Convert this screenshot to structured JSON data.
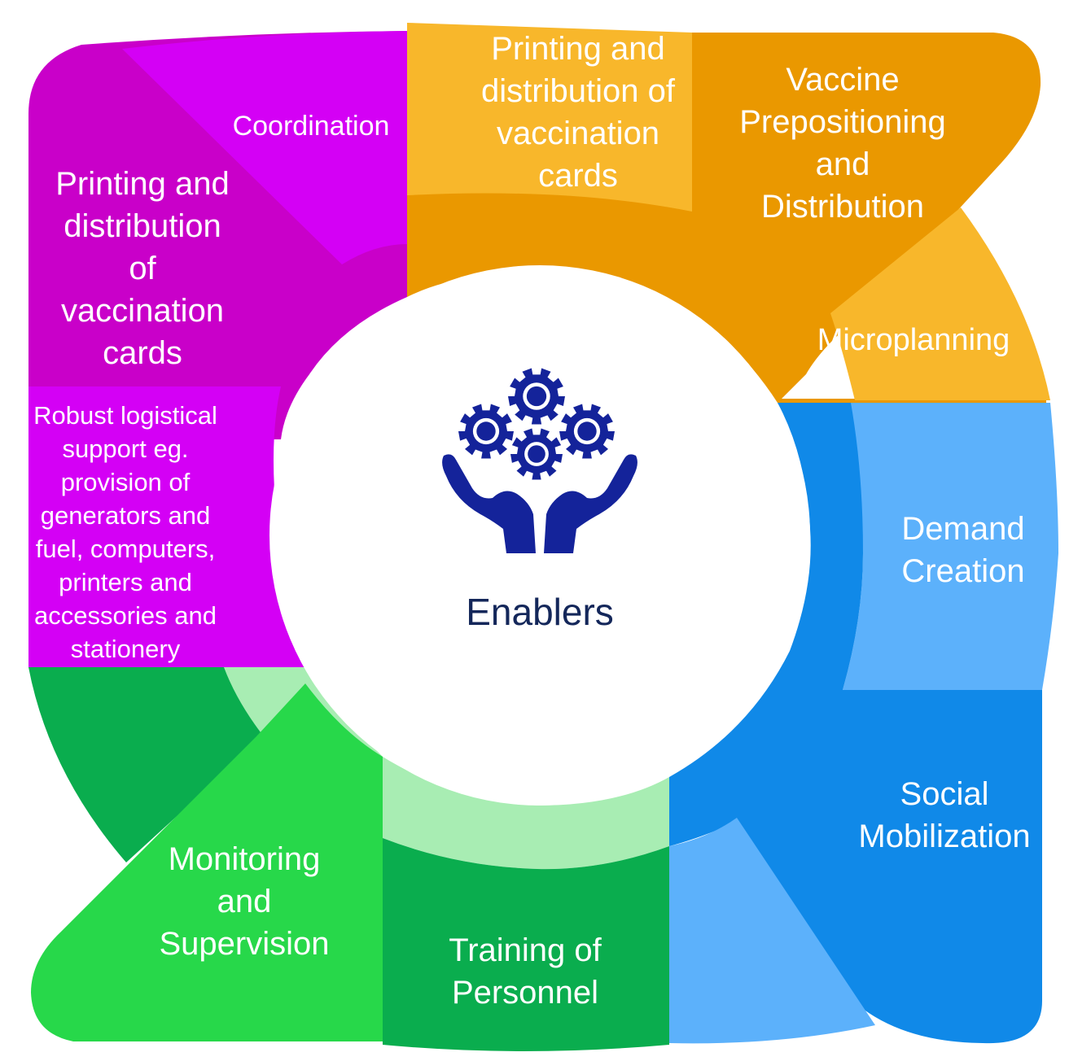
{
  "center": {
    "title": "Enablers",
    "icon": "hands-holding-gears-icon"
  },
  "segments": [
    {
      "id": "coordination",
      "label": "Coordination"
    },
    {
      "id": "cards-left",
      "label": "Printing and\ndistribution\nof\nvaccination\ncards"
    },
    {
      "id": "cards-top",
      "label": "Printing and\ndistribution of\nvaccination\ncards"
    },
    {
      "id": "vaccine",
      "label": "Vaccine\nPrepositioning\nand\nDistribution"
    },
    {
      "id": "microplanning",
      "label": "Microplanning"
    },
    {
      "id": "demand",
      "label": "Demand\nCreation"
    },
    {
      "id": "social",
      "label": "Social\nMobilization"
    },
    {
      "id": "training",
      "label": "Training of\nPersonnel"
    },
    {
      "id": "monitoring",
      "label": "Monitoring\nand\nSupervision"
    },
    {
      "id": "logistics",
      "label": "Robust logistical\nsupport eg.\nprovision of\ngenerators and\nfuel, computers,\nprinters and\naccessories and\nstationery"
    }
  ],
  "colors": {
    "magenta_dark": "#c900c9",
    "magenta_bright": "#d400f5",
    "orange_dark": "#ea9800",
    "orange_light": "#f8b72b",
    "blue_dark": "#1089e8",
    "blue_light": "#5cb1fb",
    "green_dark": "#0aad4e",
    "green_bright": "#27d84a",
    "green_pale": "#a8edb3",
    "navy": "#14239a"
  }
}
